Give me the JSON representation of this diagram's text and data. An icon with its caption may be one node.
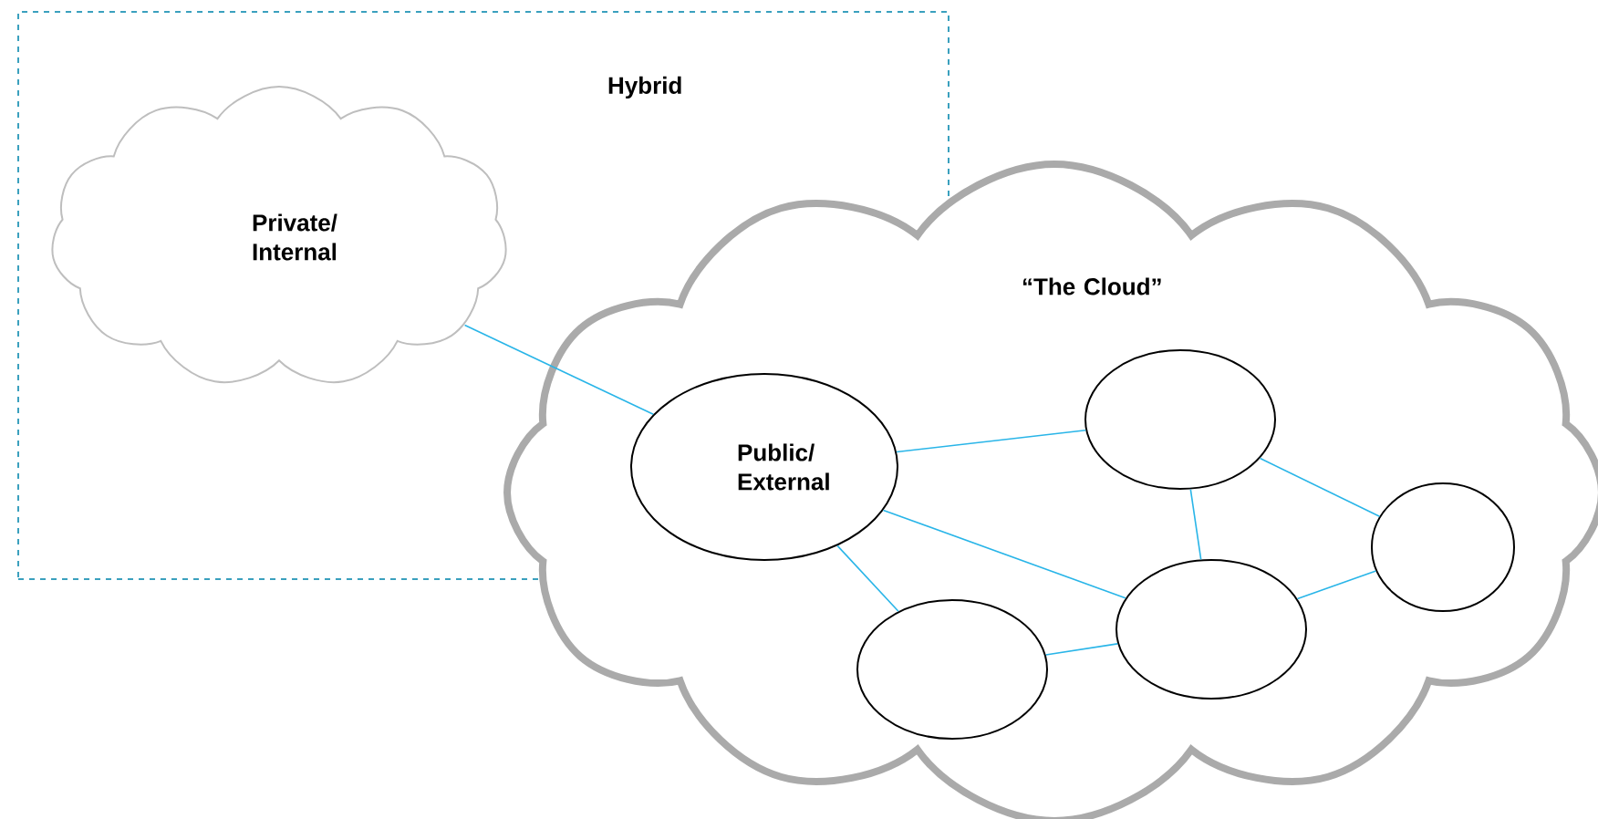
{
  "diagram": {
    "nodes": [
      {
        "text": [
          "Hybrid"
        ]
      },
      {
        "text": [
          "Private/ Internal"
        ],
        "in": 0
      },
      {
        "text": [
          "“The Cloud”"
        ]
      },
      {
        "text": [
          "Public/ External"
        ]
      },
      {
        "text": [],
        "shape": "circle",
        "in": 2
      },
      {
        "text": [],
        "shape": "circle",
        "in": 2
      },
      {
        "text": [],
        "shape": "circle",
        "in": 2
      },
      {
        "text": [],
        "shape": "circle",
        "in": 2
      }
    ],
    "edges": [
      {
        "from": 1,
        "to": 3,
        "arrow": "none"
      },
      {
        "from": 3,
        "to": 5,
        "arrow": "none"
      },
      {
        "from": 3,
        "to": 4,
        "arrow": "none"
      },
      {
        "from": 3,
        "to": 6,
        "arrow": "none"
      },
      {
        "from": 4,
        "to": 6,
        "arrow": "none"
      },
      {
        "from": 4,
        "to": 7,
        "arrow": "none"
      },
      {
        "from": 5,
        "to": 6,
        "arrow": "none"
      },
      {
        "from": 6,
        "to": 7,
        "arrow": "none"
      }
    ]
  }
}
